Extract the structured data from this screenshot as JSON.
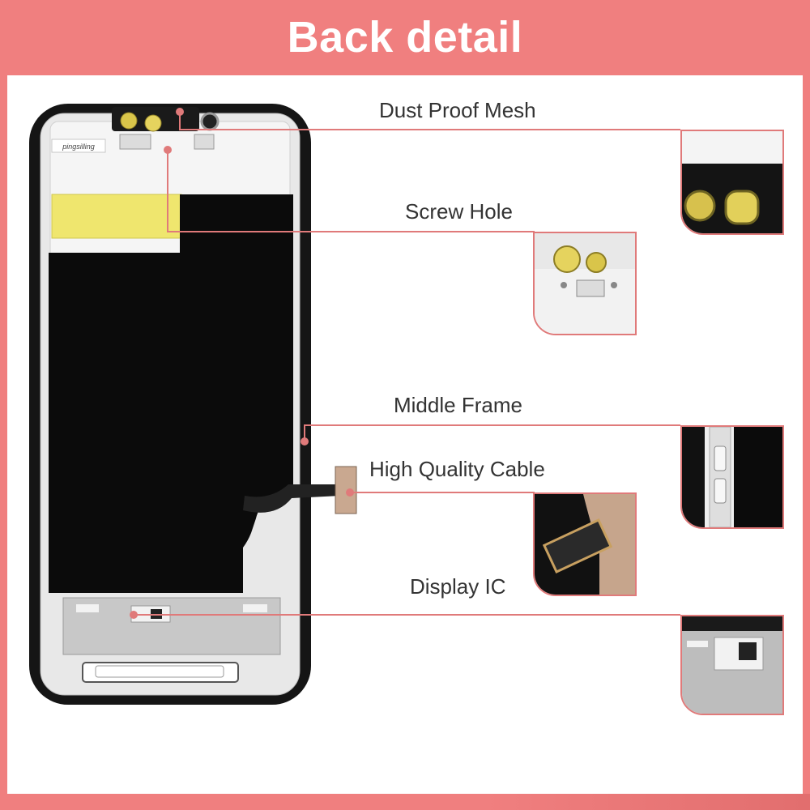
{
  "header": {
    "title": "Back detail"
  },
  "callouts": [
    {
      "id": "dust",
      "label": "Dust Proof Mesh"
    },
    {
      "id": "screw",
      "label": "Screw Hole"
    },
    {
      "id": "frame",
      "label": "Middle Frame"
    },
    {
      "id": "cable",
      "label": "High Quality Cable"
    },
    {
      "id": "ic",
      "label": "Display IC"
    }
  ],
  "phone": {
    "brand_mark": "pingsilling"
  },
  "colors": {
    "accent": "#f07f7f",
    "line": "#e07a7a",
    "panel": "#ffffff",
    "black": "#0b0b0b"
  }
}
